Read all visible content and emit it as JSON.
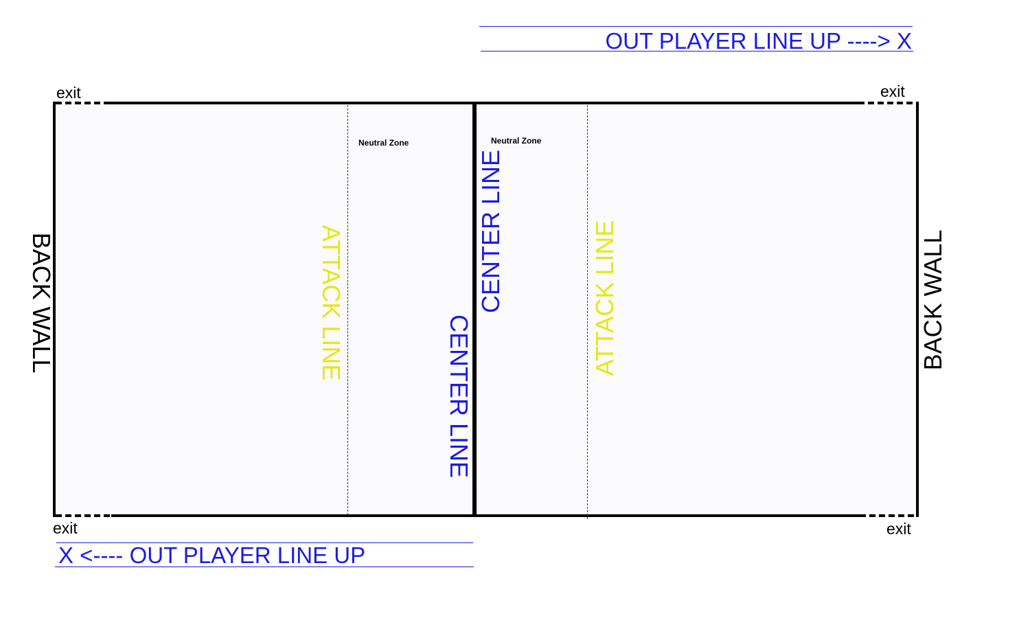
{
  "court": {
    "floor_color": "#fbfbfd",
    "line_color": "#000000"
  },
  "exits": {
    "top_left": "exit",
    "top_right": "exit",
    "bottom_left": "exit",
    "bottom_right": "exit"
  },
  "walls": {
    "left": "BACK WALL",
    "right": "BACK WALL"
  },
  "zones": {
    "neutral_left": "Neutral Zone",
    "neutral_right": "Neutral Zone"
  },
  "lines": {
    "attack_left": "ATTACK LINE",
    "attack_right": "ATTACK LINE",
    "center_left": "CENTER LINE",
    "center_right": "CENTER LINE"
  },
  "lineups": {
    "top": "OUT PLAYER LINE UP ----> X",
    "bottom": "X <---- OUT PLAYER LINE UP"
  },
  "colors": {
    "attack_text": "#e6e61a",
    "blue_text": "#1a1ae6",
    "wall_text": "#000000"
  }
}
